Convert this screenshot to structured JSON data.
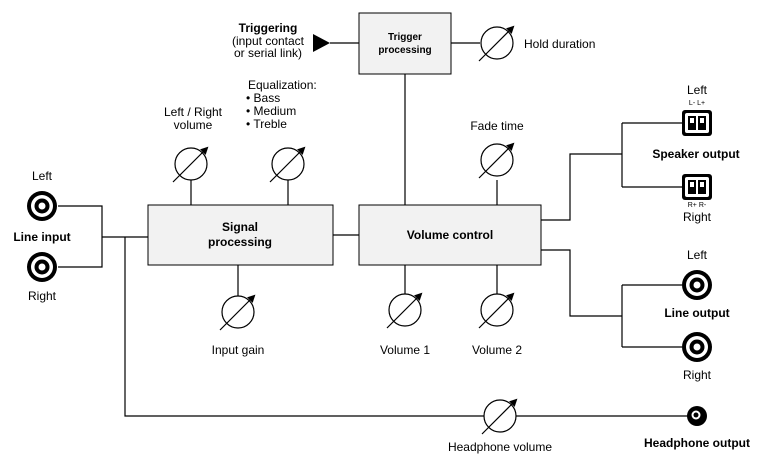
{
  "blocks": {
    "signal_processing": [
      "Signal",
      "processing"
    ],
    "volume_control": "Volume control",
    "trigger_processing": [
      "Trigger",
      "processing"
    ]
  },
  "triggering": {
    "title": "Triggering",
    "detail": [
      "(input contact",
      "or serial link)"
    ]
  },
  "controls": {
    "hold_duration": "Hold duration",
    "left_right_volume": [
      "Left / Right",
      "volume"
    ],
    "equalization": {
      "title": "Equalization:",
      "items": [
        "• Bass",
        "• Medium",
        "• Treble"
      ]
    },
    "input_gain": "Input gain",
    "fade_time": "Fade time",
    "volume_1": "Volume 1",
    "volume_2": "Volume 2",
    "headphone_volume": "Headphone volume"
  },
  "line_input": {
    "title": "Line input",
    "left": "Left",
    "right": "Right"
  },
  "speaker_output": {
    "title": "Speaker output",
    "left": "Left",
    "right": "Right",
    "left_terminals": "L-  L+",
    "right_terminals": "R+  R-"
  },
  "line_output": {
    "title": "Line output",
    "left": "Left",
    "right": "Right"
  },
  "headphone_output": {
    "title": "Headphone output"
  }
}
